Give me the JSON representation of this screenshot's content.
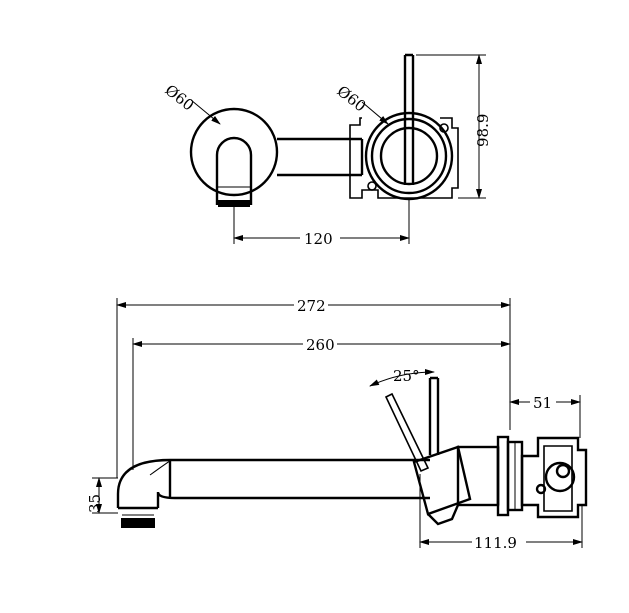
{
  "top_view": {
    "spout_rose_diameter": "Ø60",
    "mixer_rose_diameter": "Ø60",
    "center_distance": "120",
    "height": "98.9"
  },
  "side_view": {
    "overall_length": "272",
    "spout_length": "260",
    "lever_angle": "25°",
    "wall_depth": "51",
    "spout_drop": "35",
    "body_projection": "111.9"
  }
}
